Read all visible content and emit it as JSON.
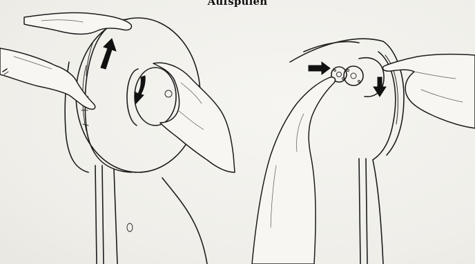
{
  "caption": "Aufspulen",
  "figures": [
    {
      "name": "handwheel-disengage",
      "arrows": [
        "arrow-up-curved",
        "arrow-down-curved"
      ]
    },
    {
      "name": "bobbin-winder",
      "arrows": [
        "arrow-right",
        "arrow-down"
      ]
    }
  ],
  "colors": {
    "ink": "#1b1b1b",
    "paper": "#f3f2ee"
  }
}
